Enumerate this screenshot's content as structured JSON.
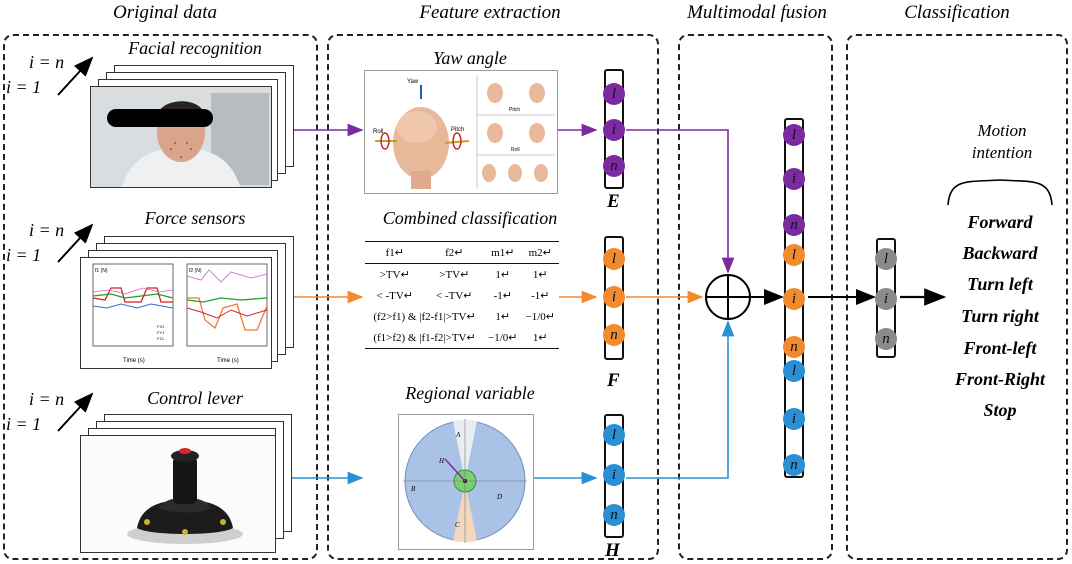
{
  "headers": {
    "original": "Original data",
    "feature": "Feature extraction",
    "fusion": "Multimodal fusion",
    "classification": "Classification"
  },
  "sources": {
    "facial": "Facial recognition",
    "force": "Force sensors",
    "lever": "Control lever"
  },
  "index": {
    "top": "i = n",
    "bottom": "i = 1"
  },
  "features": {
    "yaw": "Yaw angle",
    "combined": "Combined classification",
    "regional": "Regional variable"
  },
  "vector_nodes": [
    "l",
    "i",
    "n"
  ],
  "vector_labels": {
    "E": "E",
    "F": "F",
    "H": "H"
  },
  "motion_intention": "Motion intention",
  "classes": [
    "Forward",
    "Backward",
    "Turn left",
    "Turn right",
    "Front-left",
    "Front-Right",
    "Stop"
  ],
  "yaw_figure_labels": {
    "yaw": "Yaw",
    "roll": "Roll",
    "pitch": "Pitch",
    "pitch_right": "Pitch",
    "roll_right": "Roll"
  },
  "force_plot": {
    "ylabel_left": "f1 (N)",
    "ylabel_right": "f2 (N)",
    "xlabel": "Time (s)",
    "legend": [
      "FX1",
      "FY1",
      "FZ1"
    ]
  },
  "table": {
    "headers": [
      "f1↵",
      "f2↵",
      "m1↵",
      "m2↵"
    ],
    "rows": [
      [
        ">TV↵",
        ">TV↵",
        "1↵",
        "1↵"
      ],
      [
        "< -TV↵",
        "< -TV↵",
        "-1↵",
        "-1↵"
      ],
      [
        "(f2>f1) & |f2-f1|>TV↵",
        "",
        "1↵",
        "−1/0↵"
      ],
      [
        "(f1>f2) & |f1-f2|>TV↵",
        "",
        "−1/0↵",
        "1↵"
      ]
    ]
  },
  "regional_labels": {
    "A": "A",
    "B": "B",
    "C": "C",
    "D": "D",
    "H": "H"
  },
  "colors": {
    "purple": "#7b2aa0",
    "orange": "#f28a2e",
    "blue": "#2a8fd4",
    "gray": "#8a8a8a"
  }
}
